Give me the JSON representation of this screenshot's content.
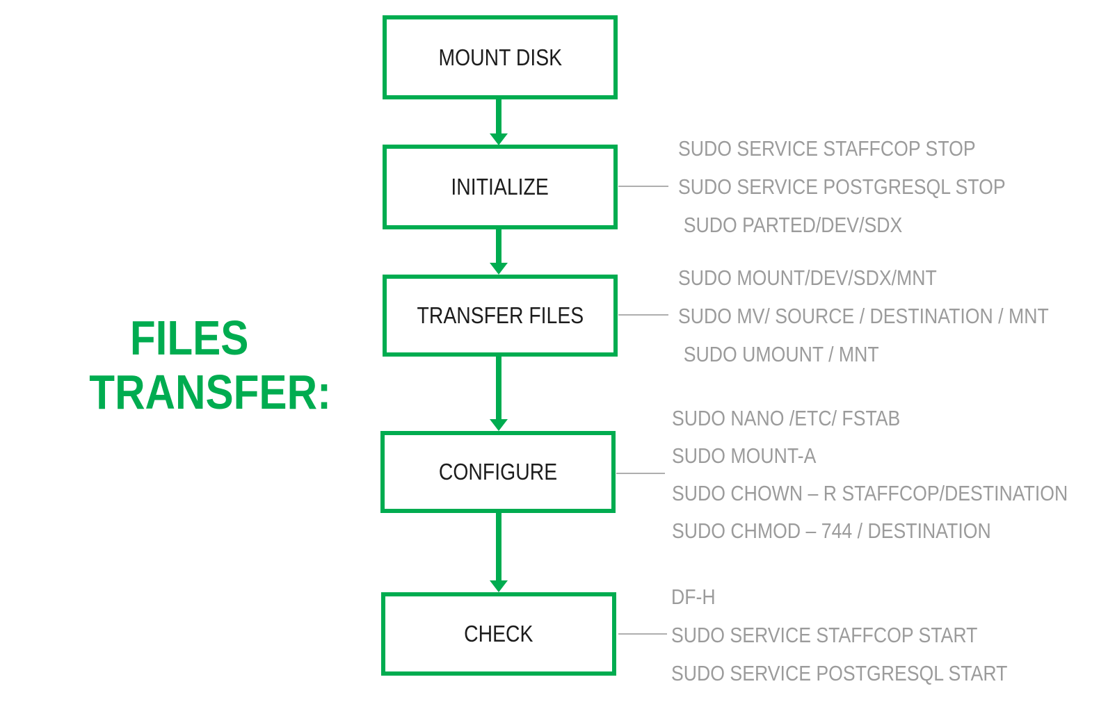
{
  "title": {
    "line1": "FILES",
    "line2": "TRANSFER:"
  },
  "colors": {
    "accent_green": "#00AC50",
    "command_text_gray": "#9B9B9B",
    "connector_gray": "#AEAEAE",
    "box_label_black": "#1C1C1C",
    "background": "#FFFFFF"
  },
  "flow": {
    "steps": [
      {
        "label": "MOUNT DISK",
        "commands": []
      },
      {
        "label": "INITIALIZE",
        "commands": [
          "SUDO SERVICE STAFFCOP STOP",
          "SUDO SERVICE POSTGRESQL STOP",
          "SUDO PARTED/DEV/SDX"
        ]
      },
      {
        "label": "TRANSFER FILES",
        "commands": [
          "SUDO MOUNT/DEV/SDX/MNT",
          "SUDO MV/ SOURCE / DESTINATION / MNT",
          "SUDO UMOUNT / MNT"
        ]
      },
      {
        "label": "CONFIGURE",
        "commands": [
          "SUDO NANO /ETC/ FSTAB",
          "SUDO MOUNT-A",
          "SUDO CHOWN – R STAFFCOP/DESTINATION",
          "SUDO CHMOD – 744 / DESTINATION"
        ]
      },
      {
        "label": "CHECK",
        "commands": [
          "DF-H",
          "SUDO SERVICE STAFFCOP START",
          "SUDO SERVICE POSTGRESQL START"
        ]
      }
    ]
  }
}
